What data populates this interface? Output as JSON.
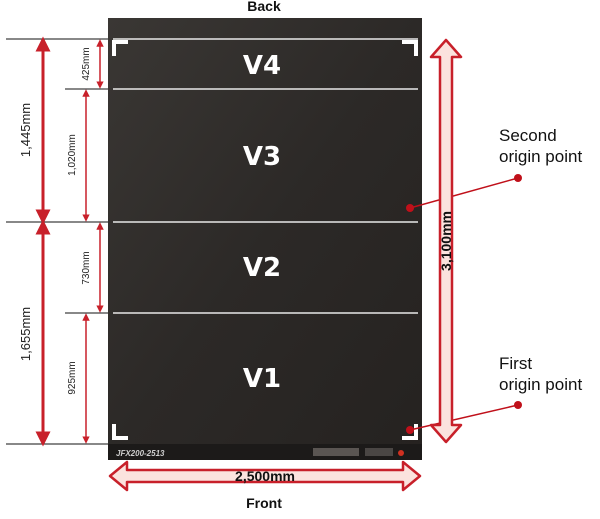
{
  "labels": {
    "back": "Back",
    "front": "Front",
    "model": "JFX200-2513"
  },
  "zones": [
    {
      "id": "v4",
      "label": "V4"
    },
    {
      "id": "v3",
      "label": "V3"
    },
    {
      "id": "v2",
      "label": "V2"
    },
    {
      "id": "v1",
      "label": "V1"
    }
  ],
  "dimensions": {
    "v4_height": "425mm",
    "v3_height": "1,020mm",
    "v2_height": "730mm",
    "v1_height": "925mm",
    "upper_total": "1,445mm",
    "lower_total": "1,655mm",
    "total_length": "3,100mm",
    "total_width": "2,500mm"
  },
  "callouts": {
    "second_line1": "Second",
    "second_line2": "origin point",
    "first_line1": "First",
    "first_line2": "origin point"
  },
  "colors": {
    "bed": "#2e2b29",
    "arrow": "#c8202a",
    "arrow_fill": "#fbe3de",
    "dot": "#c0101a"
  }
}
